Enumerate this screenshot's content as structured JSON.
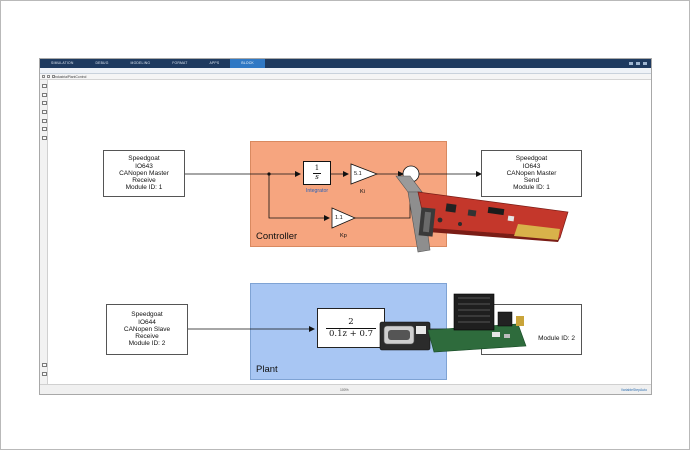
{
  "ribbon": {
    "tabs": [
      "SIMULATION",
      "DEBUG",
      "MODELING",
      "FORMAT",
      "APPS",
      "BLOCK"
    ],
    "active_tab": "BLOCK"
  },
  "breadcrumb": {
    "path": "IndustrialPlantControl"
  },
  "blocks": {
    "master_receive": {
      "lines": [
        "Speedgoat",
        "IO643",
        "CANopen Master",
        "Receive",
        "Module ID: 1"
      ]
    },
    "master_send": {
      "lines": [
        "Speedgoat",
        "IO643",
        "CANopen Master",
        "Send",
        "Module ID: 1"
      ]
    },
    "slave_receive": {
      "lines": [
        "Speedgoat",
        "IO644",
        "CANopen Slave",
        "Receive",
        "Module ID: 2"
      ]
    },
    "slave_send_visible": {
      "lines": [
        "Module ID: 2"
      ]
    }
  },
  "controller": {
    "label": "Controller",
    "integrator": {
      "num": "1",
      "den": "s",
      "caption": "Integrator"
    },
    "ki": {
      "value": "5.1",
      "name": "Ki"
    },
    "kp": {
      "value": "1.1",
      "name": "Kp"
    }
  },
  "plant": {
    "label": "Plant",
    "tf": {
      "num": "2",
      "den": "0.1z + 0.7"
    }
  },
  "statusbar": {
    "zoom": "100%",
    "right": "VariableStepAuto"
  },
  "colors": {
    "controller_fill": "#f6a57f",
    "plant_fill": "#a8c6f3",
    "ribbon": "#1e3a5f",
    "active_tab": "#2f78c4",
    "integrator_caption": "#2a62b8",
    "pcb_red": "#c4372b",
    "pcb_green": "#2e6b3c"
  },
  "icons": [
    "back-arrow-icon",
    "forward-arrow-icon",
    "up-arrow-icon",
    "zoom-icon",
    "fit-view-icon",
    "comment-icon",
    "annotation-icon",
    "image-icon",
    "area-icon",
    "pcie-card-photo",
    "mpcie-card-photo"
  ]
}
